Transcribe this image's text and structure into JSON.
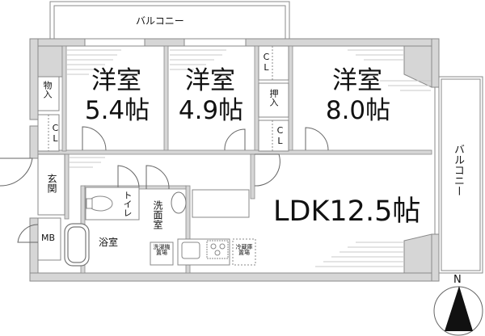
{
  "plan": {
    "balcony_top": "バルコニー",
    "balcony_right": "バルコニー",
    "rooms": [
      {
        "id": "western-room-1",
        "name": "洋室",
        "size": "5.4帖"
      },
      {
        "id": "western-room-2",
        "name": "洋室",
        "size": "4.9帖"
      },
      {
        "id": "western-room-3",
        "name": "洋室",
        "size": "8.0帖"
      },
      {
        "id": "ldk",
        "name": "LDK",
        "size": "12.5帖",
        "label": "LDK12.5帖"
      }
    ],
    "storage": {
      "storeroom": "物入",
      "closet": "CL",
      "oshiire": "押入"
    },
    "entrance": "玄関",
    "mb": "MB",
    "toilet": "トイレ",
    "washroom": "洗面室",
    "bathroom": "浴室",
    "washer_space": "洗濯機置場",
    "fridge_space": "冷蔵庫置場",
    "compass_north": "N"
  },
  "colors": {
    "wall": "#d6d6d6",
    "wall_stroke": "#8a8a8a",
    "line": "#555555",
    "text": "#111111"
  }
}
